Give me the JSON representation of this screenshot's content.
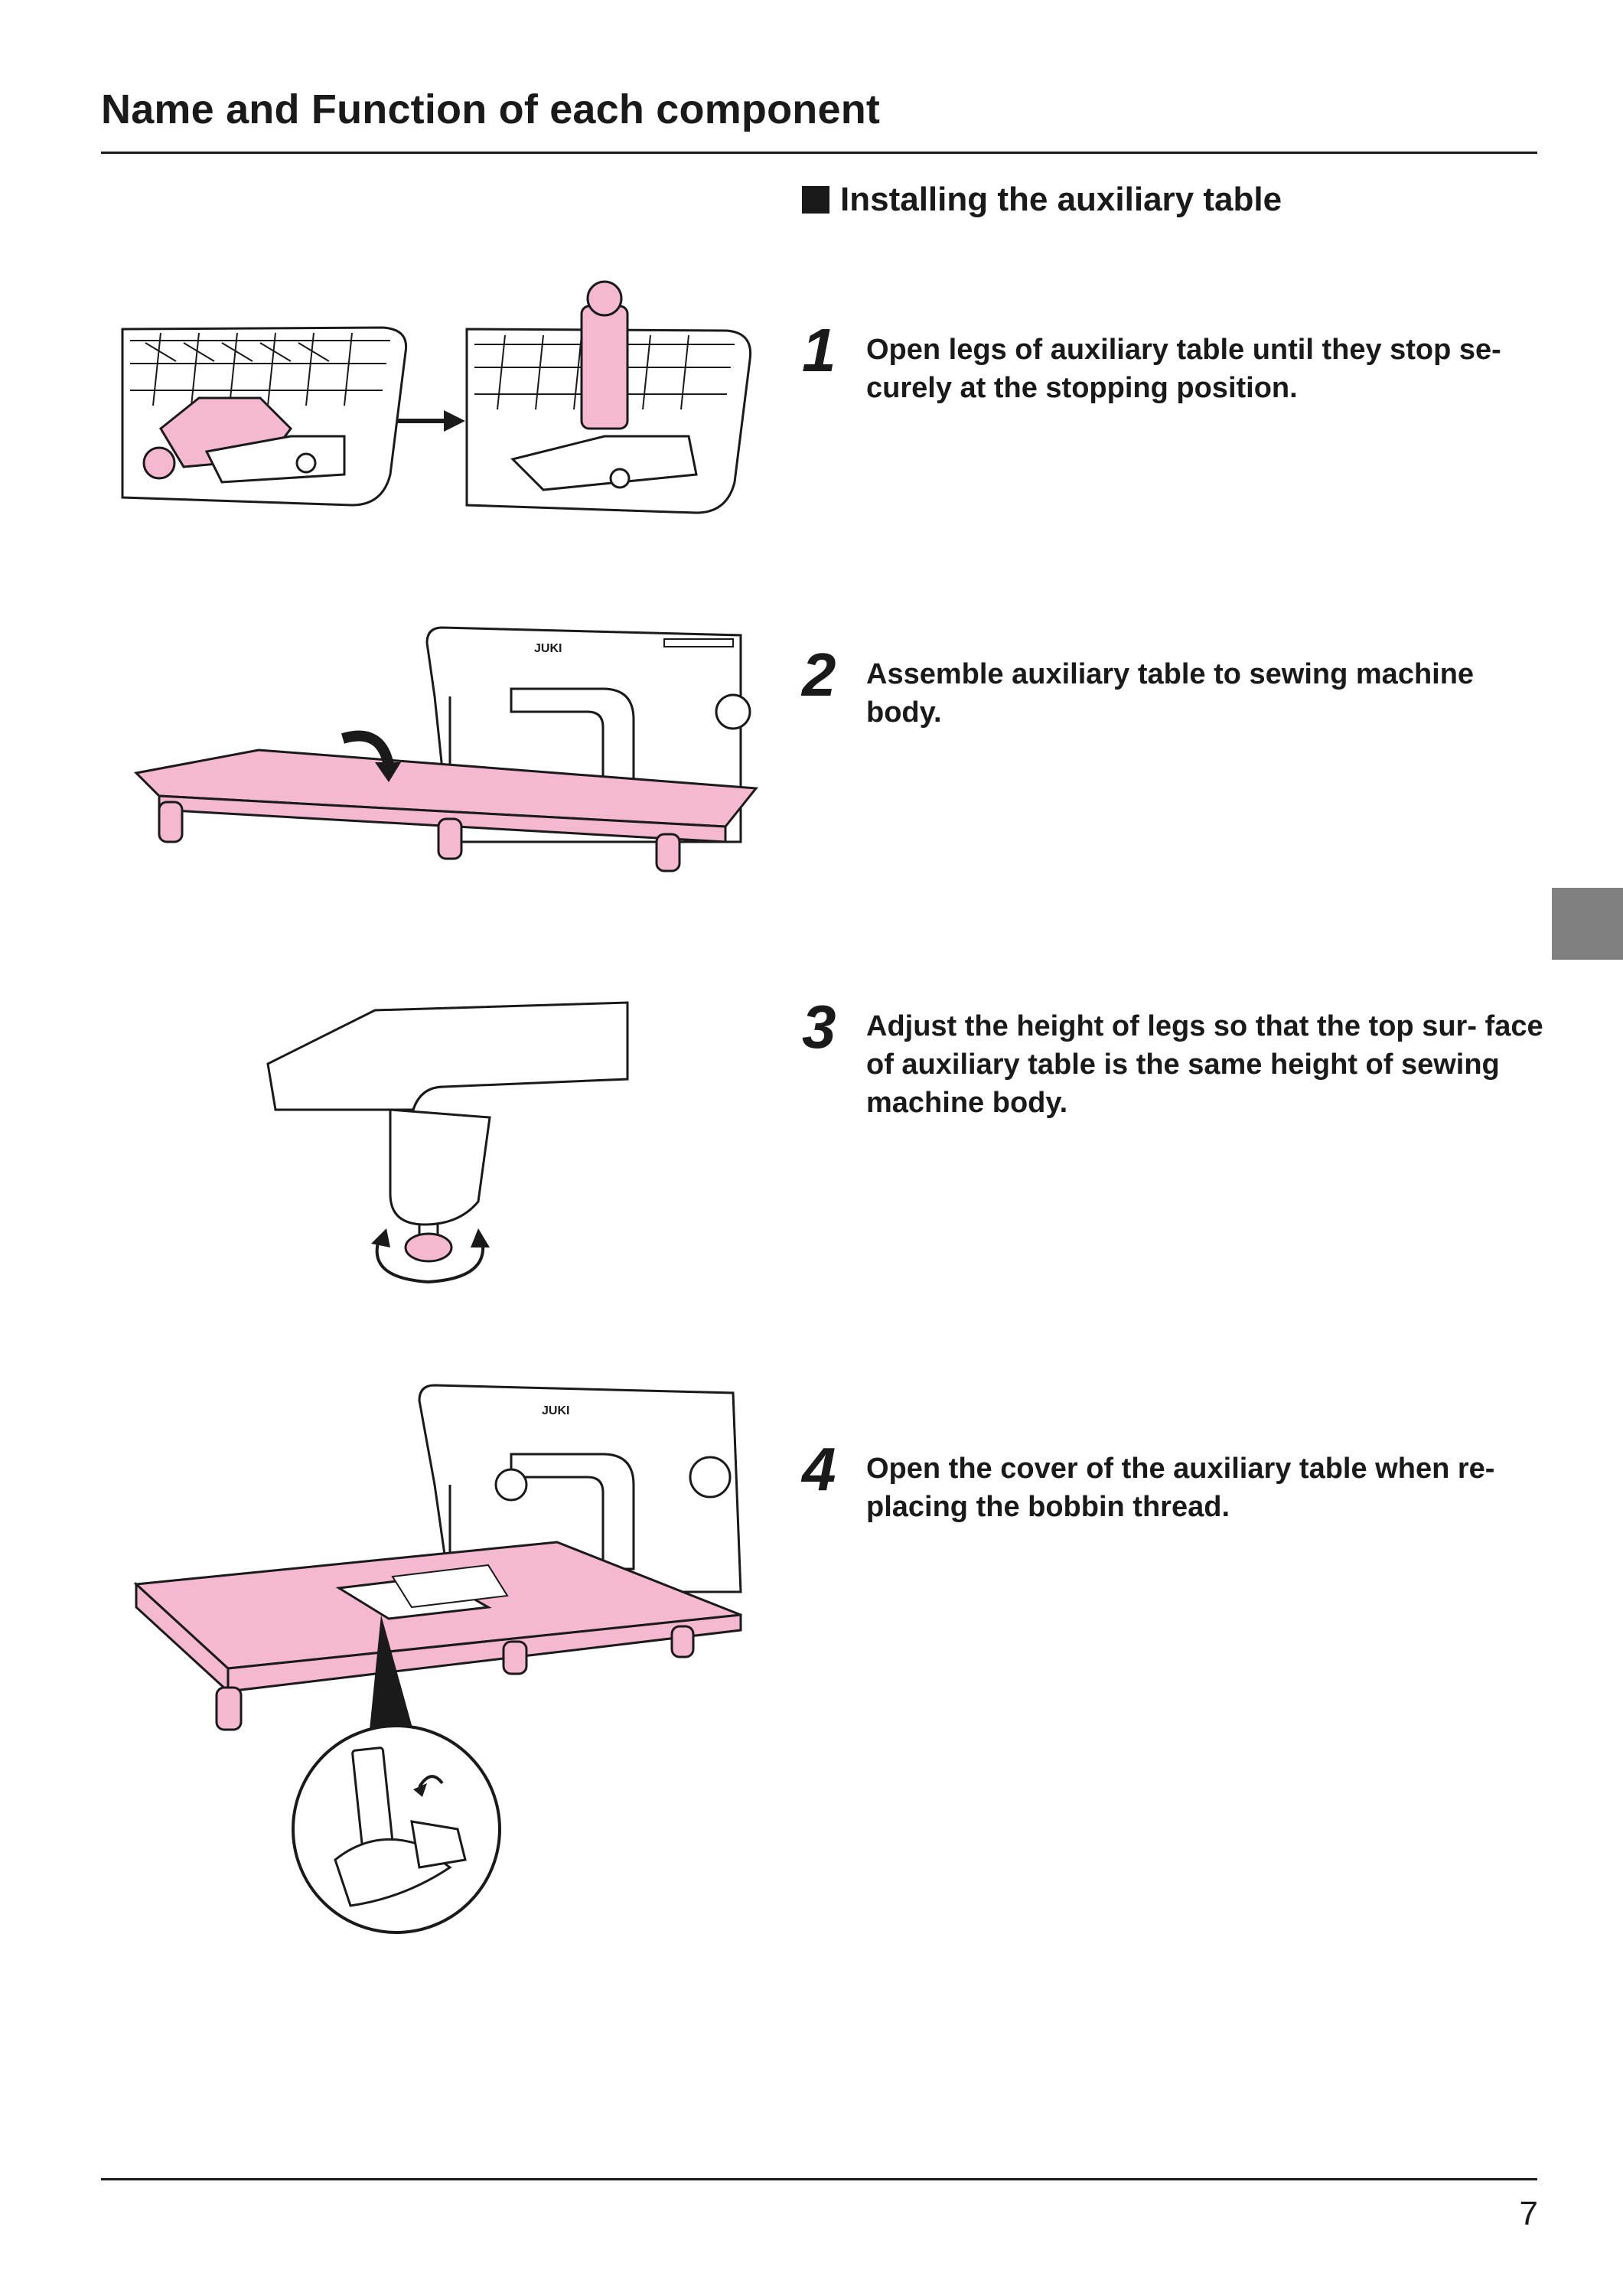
{
  "header": {
    "title": "Name and Function of each component"
  },
  "section": {
    "heading": "Installing the auxiliary table"
  },
  "steps": [
    {
      "number": "1",
      "text": "Open legs of auxiliary table until they stop se- curely at the stopping position."
    },
    {
      "number": "2",
      "text": "Assemble auxiliary table to sewing machine body."
    },
    {
      "number": "3",
      "text": "Adjust the height of legs so that the top sur- face of auxiliary table is the same height of sewing machine body."
    },
    {
      "number": "4",
      "text": "Open the cover of the auxiliary table when re- placing the bobbin thread."
    }
  ],
  "illustrations": {
    "brand_label": "JUKI"
  },
  "footer": {
    "page_number": "7"
  },
  "colors": {
    "accent_pink": "#f4b8d1",
    "ink": "#1a1a1a",
    "tab_gray": "#808080"
  }
}
